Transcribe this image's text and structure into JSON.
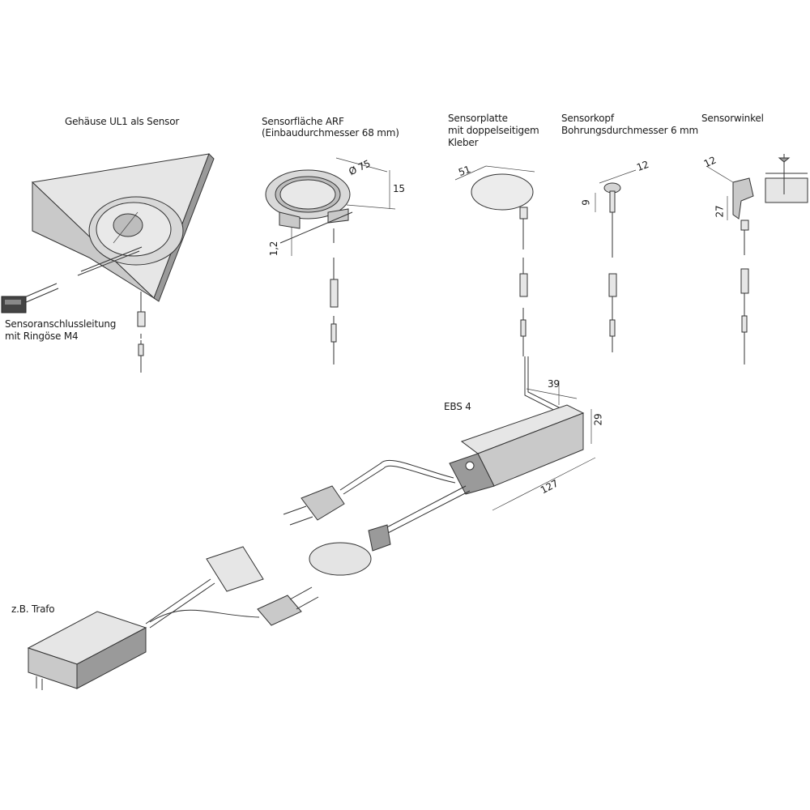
{
  "labels": {
    "gehaeuse": "Gehäuse UL1 als Sensor",
    "sensorflaeche_line1": "Sensorfläche ARF",
    "sensorflaeche_line2": "(Einbaudurchmesser 68 mm)",
    "sensorplatte_line1": "Sensorplatte",
    "sensorplatte_line2": "mit doppelseitigem",
    "sensorplatte_line3": "Kleber",
    "sensorkopf_line1": "Sensorkopf",
    "sensorkopf_line2": "Bohrungsdurchmesser 6 mm",
    "sensorwinkel": "Sensorwinkel",
    "anschluss_line1": "Sensoranschlussleitung",
    "anschluss_line2": "mit Ringöse M4",
    "ebs": "EBS 4",
    "trafo": "z.B. Trafo"
  },
  "dimensions": {
    "arf_diameter": "Ø 75",
    "arf_height": "15",
    "arf_thickness": "1,2",
    "plate_diameter": "51",
    "head_diameter": "12",
    "head_height": "9",
    "bracket_width": "12",
    "bracket_height": "27",
    "ebs_depth": "39",
    "ebs_height": "29",
    "ebs_length": "127"
  }
}
